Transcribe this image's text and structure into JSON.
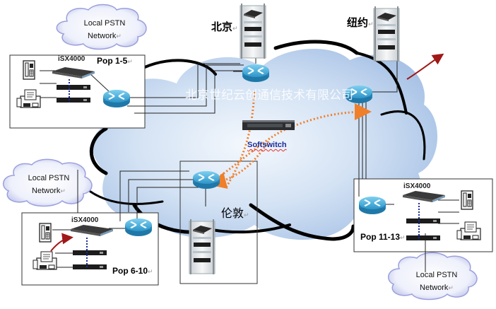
{
  "diagram": {
    "title": "",
    "watermark": "北京世纪云创通信技术有限公司",
    "nodes": {
      "beijing": {
        "label": "北京",
        "type": "equipment-rack"
      },
      "newyork": {
        "label": "纽约",
        "type": "equipment-rack"
      },
      "london": {
        "label": "伦敦",
        "type": "equipment-rack"
      },
      "softswitch": {
        "label": "Softswitch",
        "type": "softswitch"
      }
    },
    "pops": [
      {
        "label": "Pop 1-5",
        "device": "iSX4000",
        "pstn_line1": "Local PSTN",
        "pstn_line2": "Network"
      },
      {
        "label": "Pop 6-10",
        "device": "iSX4000",
        "pstn_line1": "Local PSTN",
        "pstn_line2": "Network"
      },
      {
        "label": "Pop 11-13",
        "device": "iSX4000",
        "pstn_line1": "Local PSTN",
        "pstn_line2": "Network"
      }
    ],
    "return_mark": "↵",
    "colors": {
      "cloud_fill": "#c5d8f0",
      "cloud_outline": "#000000",
      "router": "#2a8fc4",
      "signal_path": "#f07f2a",
      "red_arrow": "#a01818",
      "bus_dots": "#1a2a99",
      "softswitch_label": "#1a2a99"
    }
  }
}
